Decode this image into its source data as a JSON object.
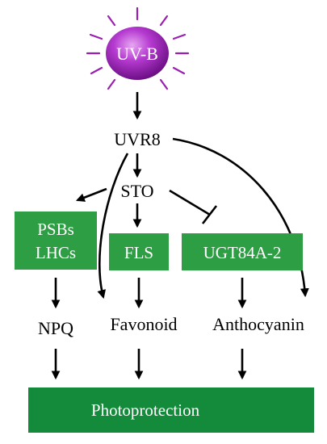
{
  "sun": {
    "label": "UV-B",
    "color": "#a51fc0",
    "ray_color": "#9a1fb0"
  },
  "nodes": {
    "uvr8": "UVR8",
    "sto": "STO",
    "psbs": [
      "PSBs",
      "LHCs"
    ],
    "fls": "FLS",
    "ugt": "UGT84A-2",
    "npq": "NPQ",
    "flavonoid": "Favonoid",
    "anthocyanin": "Anthocyanin",
    "photoprotection": "Photoprotection"
  },
  "colors": {
    "box_green": "#2e9e44",
    "photoprotection_green": "#138b3a",
    "text": "#000000",
    "box_text": "#ffffff"
  }
}
